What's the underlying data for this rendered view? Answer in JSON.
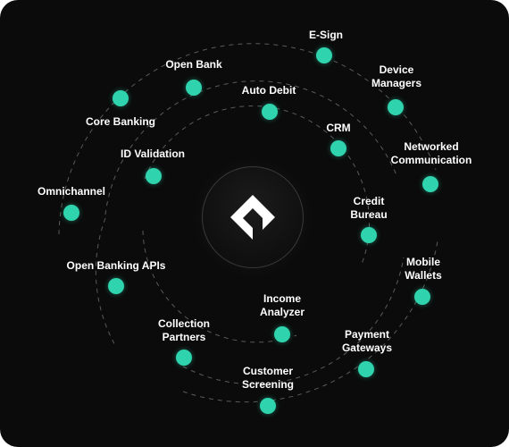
{
  "nodes": {
    "esign": "E-Sign",
    "open_bank": "Open Bank",
    "device_managers_1": "Device",
    "device_managers_2": "Managers",
    "auto_debit": "Auto Debit",
    "core_banking": "Core Banking",
    "crm": "CRM",
    "networked_1": "Networked",
    "networked_2": "Communication",
    "id_validation": "ID Validation",
    "omnichannel": "Omnichannel",
    "credit_bureau_1": "Credit",
    "credit_bureau_2": "Bureau",
    "open_banking_apis": "Open Banking APIs",
    "mobile_wallets_1": "Mobile",
    "mobile_wallets_2": "Wallets",
    "income_analyzer_1": "Income",
    "income_analyzer_2": "Analyzer",
    "collection_partners_1": "Collection",
    "collection_partners_2": "Partners",
    "payment_gateways_1": "Payment",
    "payment_gateways_2": "Gateways",
    "customer_screening_1": "Customer",
    "customer_screening_2": "Screening"
  },
  "colors": {
    "background": "#0b0b0b",
    "accent": "#2fd4ae",
    "ring": "#5a5a5a",
    "text": "#ffffff"
  },
  "icons": {
    "hub": "platform-logo-icon"
  }
}
